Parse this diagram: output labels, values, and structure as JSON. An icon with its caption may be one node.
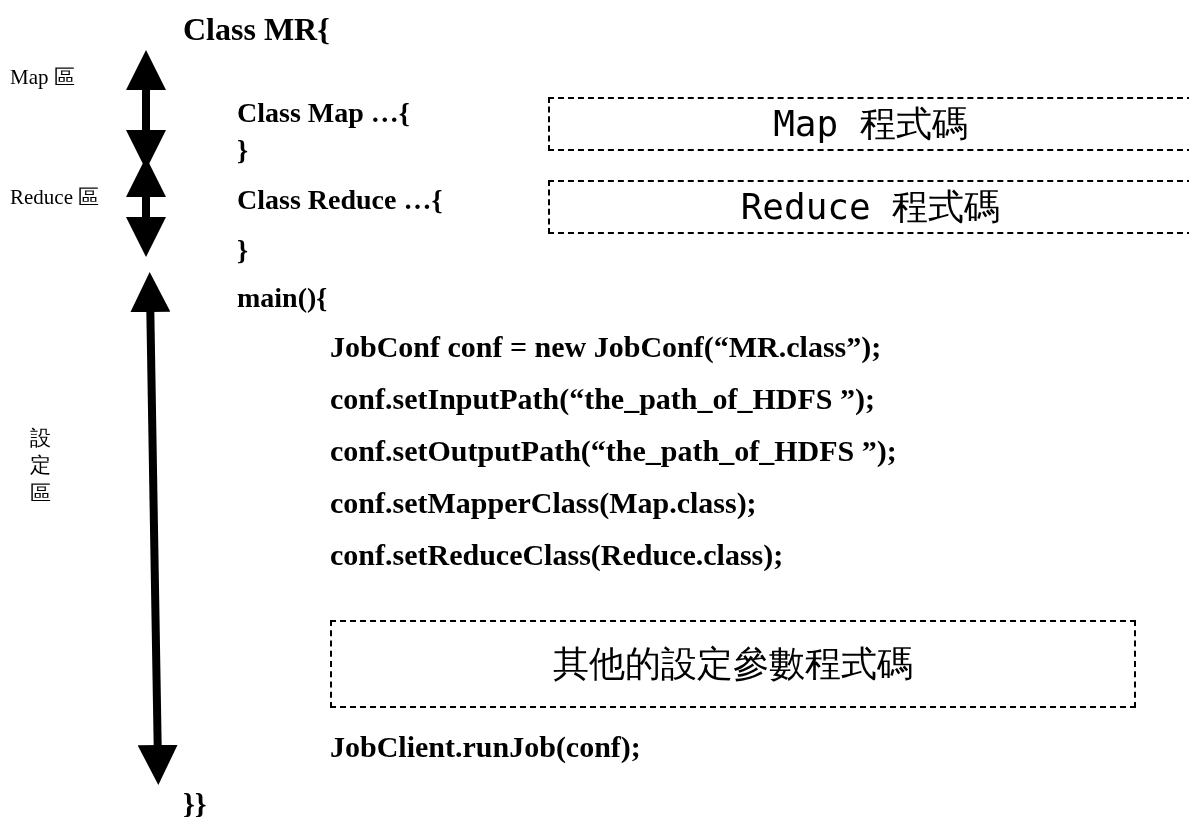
{
  "diagram": {
    "nodes": [
      {
        "text": [
          "Map 程式碼"
        ]
      },
      {
        "text": [
          "Reduce 程式碼"
        ]
      },
      {
        "text": [
          "其他的設定參數程式碼"
        ]
      }
    ],
    "labels": [
      "Class MR{",
      "Map 區",
      "Class Map …{",
      "}",
      "Reduce 區",
      "Class Reduce …{",
      "}",
      "main(){",
      "JobConf conf = new JobConf(“MR.class”);",
      "設定區",
      "conf.setInputPath(“the_path_of_HDFS ”);",
      "conf.setOutputPath(“the_path_of_HDFS ”);",
      "conf.setMapperClass(Map.class);",
      "conf.setReduceClass(Reduce.class);",
      "JobClient.runJob(conf);",
      "}}"
    ]
  }
}
